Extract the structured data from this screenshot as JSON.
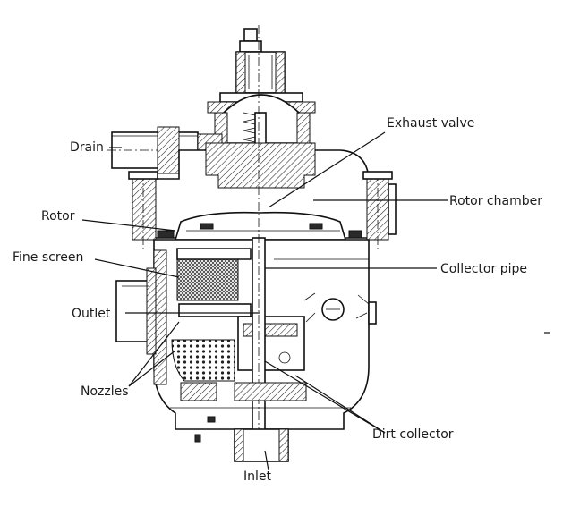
{
  "labels": {
    "drain": "Drain",
    "exhaust_valve": "Exhaust valve",
    "rotor_chamber": "Rotor chamber",
    "rotor": "Rotor",
    "fine_screen": "Fine screen",
    "collector_pipe": "Collector pipe",
    "outlet": "Outlet",
    "nozzles": "Nozzles",
    "dirt_collector": "Dirt collector",
    "inlet": "Inlet"
  }
}
